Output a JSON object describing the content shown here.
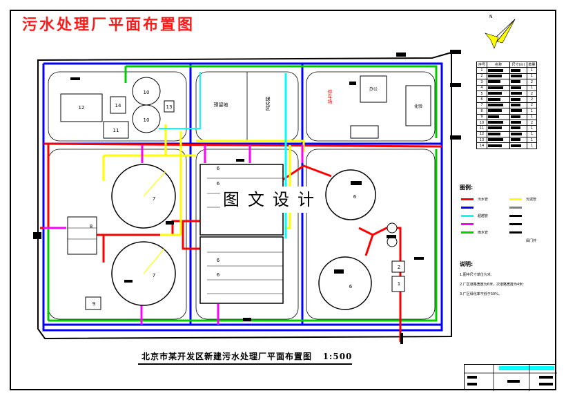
{
  "drawing": {
    "title": "污水处理厂平面布置图",
    "caption": "北京市某开发区新建污水处理厂平面布置图",
    "scale": "1:500",
    "watermark": "图文设计",
    "north_label": "N"
  },
  "units": [
    {
      "label": "1"
    },
    {
      "label": "2"
    },
    {
      "label": "6"
    },
    {
      "label": "6"
    },
    {
      "label": "6"
    },
    {
      "label": "7"
    },
    {
      "label": "7"
    },
    {
      "label": "8"
    },
    {
      "label": "9"
    },
    {
      "label": "10"
    },
    {
      "label": "10"
    },
    {
      "label": "11"
    },
    {
      "label": "12"
    },
    {
      "label": "13"
    },
    {
      "label": "14"
    },
    {
      "label": "6"
    },
    {
      "label": "6"
    },
    {
      "label": "6"
    }
  ],
  "areas": {
    "reserve": "预留地",
    "green": "绿化区",
    "parking": "停车场",
    "office": "办公",
    "lab": "化验"
  },
  "table": {
    "headers": [
      "序号",
      "名称",
      "尺寸(m)",
      "数量"
    ],
    "rows": [
      {
        "no": "1",
        "qty": "1"
      },
      {
        "no": "2",
        "qty": "1"
      },
      {
        "no": "3",
        "qty": "2"
      },
      {
        "no": "4",
        "qty": "1"
      },
      {
        "no": "5",
        "qty": "2"
      },
      {
        "no": "6",
        "qty": "2"
      },
      {
        "no": "7",
        "qty": "2"
      },
      {
        "no": "8",
        "qty": "1"
      },
      {
        "no": "9",
        "qty": "1"
      },
      {
        "no": "10",
        "qty": "2"
      },
      {
        "no": "11",
        "qty": "1"
      },
      {
        "no": "12",
        "qty": "1"
      },
      {
        "no": "13",
        "qty": "1"
      },
      {
        "no": "14",
        "qty": "1"
      }
    ]
  },
  "legend": {
    "title": "图例:",
    "items": [
      {
        "label": "污水管",
        "color": "#ff0000"
      },
      {
        "label": "污泥管",
        "color": "#ffff00"
      },
      {
        "label": "",
        "color": "#0000ff"
      },
      {
        "label": "",
        "color": "#808080"
      },
      {
        "label": "超越管",
        "color": "#00ffff"
      },
      {
        "label": "",
        "color": "#000000"
      },
      {
        "label": "",
        "color": "#ff00ff"
      },
      {
        "label": "",
        "color": "#000000"
      },
      {
        "label": "雨水管",
        "color": "#00cc00"
      },
      {
        "label": "",
        "color": "#000000"
      },
      {
        "label": "阀门井",
        "color": "#000000"
      }
    ]
  },
  "notes": {
    "title": "说明:",
    "lines": [
      "1.图中尺寸单位为米;",
      "2.厂区道路宽度为6米，次道路宽度为4米;",
      "3.厂区绿化率不低于30%。"
    ]
  },
  "colors": {
    "sewage": "#ff0000",
    "sludge": "#ffff00",
    "water": "#0000ff",
    "overflow": "#00ffff",
    "rain": "#00cc00",
    "magenta": "#ff00ff",
    "title": "#ff1a1a"
  }
}
